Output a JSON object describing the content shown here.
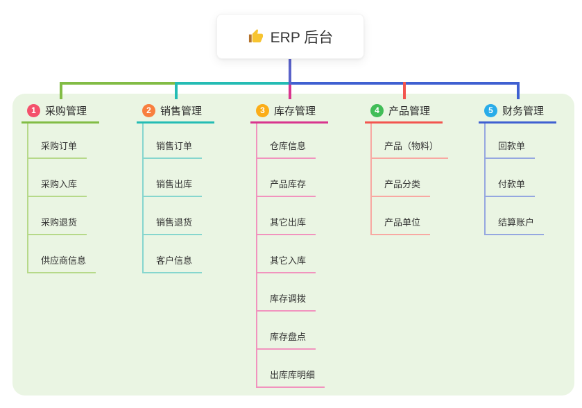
{
  "root": {
    "title": "ERP 后台",
    "icon": "thumbs-up"
  },
  "branches": [
    {
      "num": "1",
      "title": "采购管理",
      "badge_color": "#F4516C",
      "line_color": "#82BC45",
      "light_color": "#B6D989",
      "children": [
        "采购订单",
        "采购入库",
        "采购退货",
        "供应商信息"
      ]
    },
    {
      "num": "2",
      "title": "销售管理",
      "badge_color": "#F87F3F",
      "line_color": "#24BCB4",
      "light_color": "#86D6CE",
      "children": [
        "销售订单",
        "销售出库",
        "销售退货",
        "客户信息"
      ]
    },
    {
      "num": "3",
      "title": "库存管理",
      "badge_color": "#FBAD18",
      "line_color": "#D8358E",
      "light_color": "#F193BE",
      "children": [
        "仓库信息",
        "产品库存",
        "其它出库",
        "其它入库",
        "库存调拨",
        "库存盘点",
        "出库库明细"
      ]
    },
    {
      "num": "4",
      "title": "产品管理",
      "badge_color": "#41BD57",
      "line_color": "#F2554F",
      "light_color": "#F8A8A2",
      "children": [
        "产品（物料）",
        "产品分类",
        "产品单位"
      ]
    },
    {
      "num": "5",
      "title": "财务管理",
      "badge_color": "#29ACE9",
      "line_color": "#3F60D1",
      "light_color": "#95A7E0",
      "children": [
        "回款单",
        "付款单",
        "结算账户"
      ]
    }
  ],
  "colors": {
    "root_stem": "#5A62C9",
    "panel_bg": "#EAF5E3",
    "canvas_bg": "#FFFFFF",
    "title_text": "#2B2B2B",
    "child_text": "#333333"
  }
}
